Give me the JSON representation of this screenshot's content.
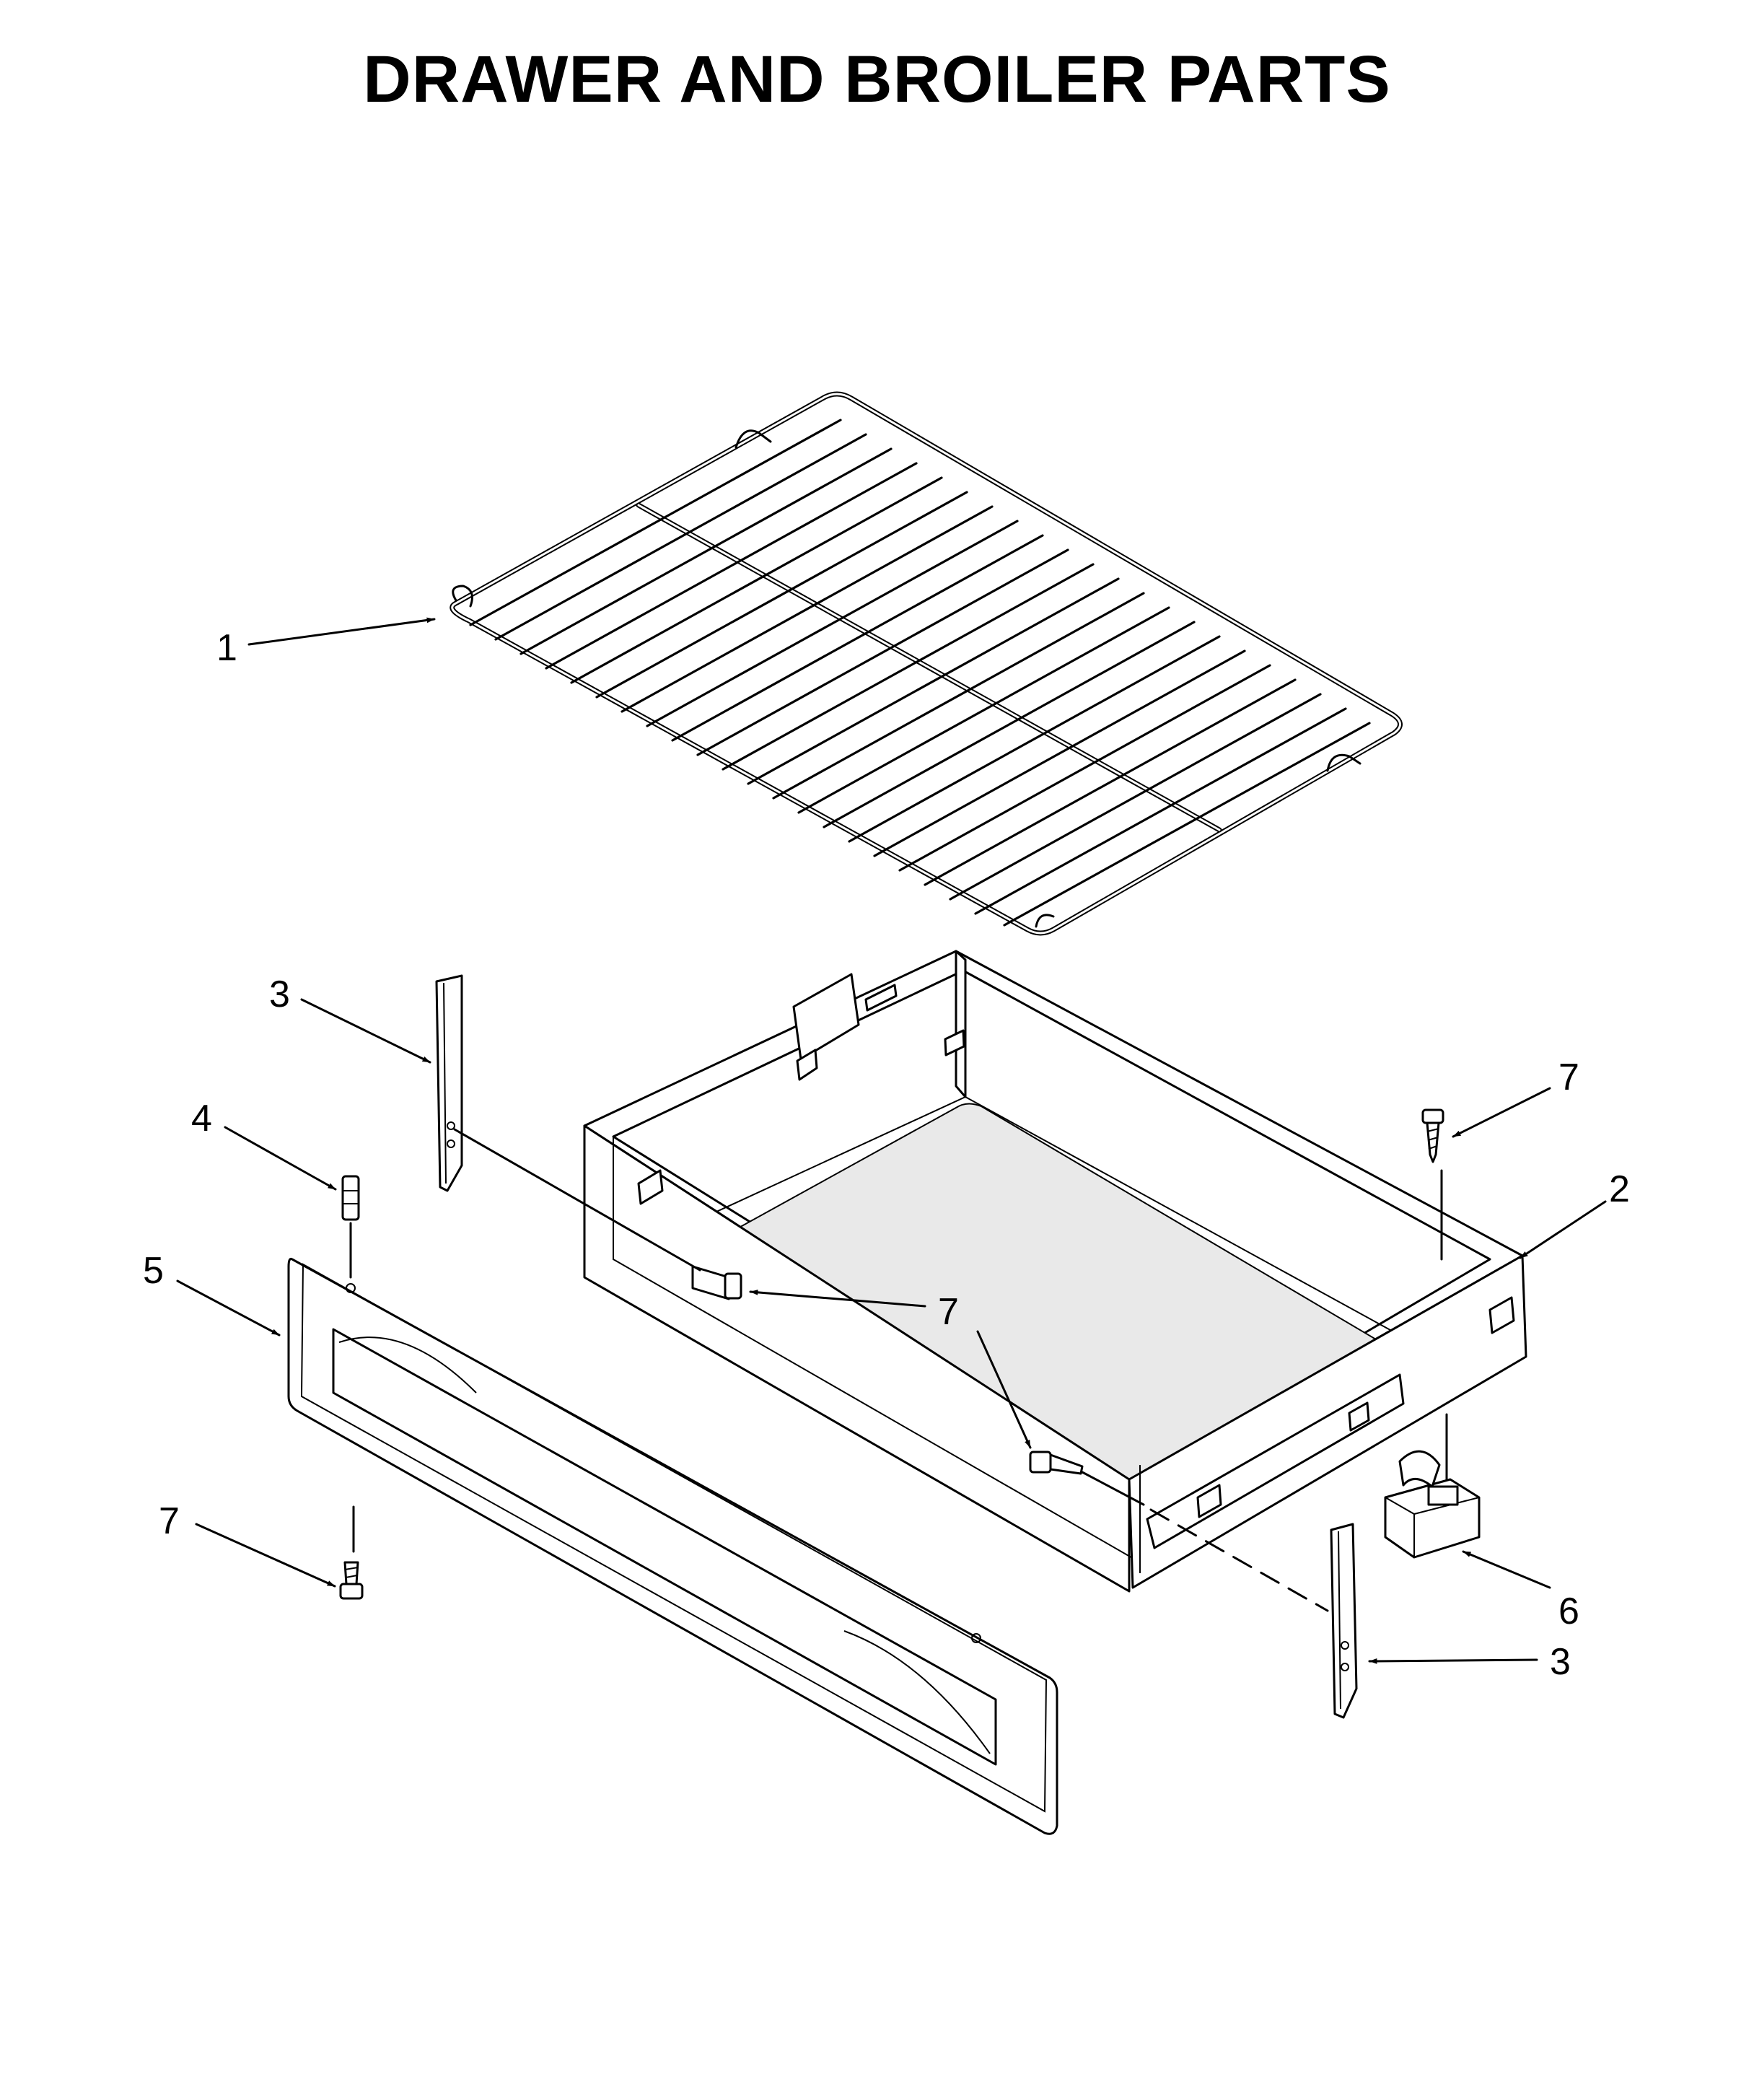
{
  "title": "DRAWER AND BROILER PARTS",
  "callouts": [
    {
      "id": "callout-1",
      "label": "1"
    },
    {
      "id": "callout-2",
      "label": "2"
    },
    {
      "id": "callout-3-top",
      "label": "3"
    },
    {
      "id": "callout-3-bottom",
      "label": "3"
    },
    {
      "id": "callout-4",
      "label": "4"
    },
    {
      "id": "callout-5",
      "label": "5"
    },
    {
      "id": "callout-6",
      "label": "6"
    },
    {
      "id": "callout-7-top-right",
      "label": "7"
    },
    {
      "id": "callout-7-center",
      "label": "7"
    },
    {
      "id": "callout-7-mid",
      "label": "7"
    },
    {
      "id": "callout-7-left",
      "label": "7"
    }
  ]
}
